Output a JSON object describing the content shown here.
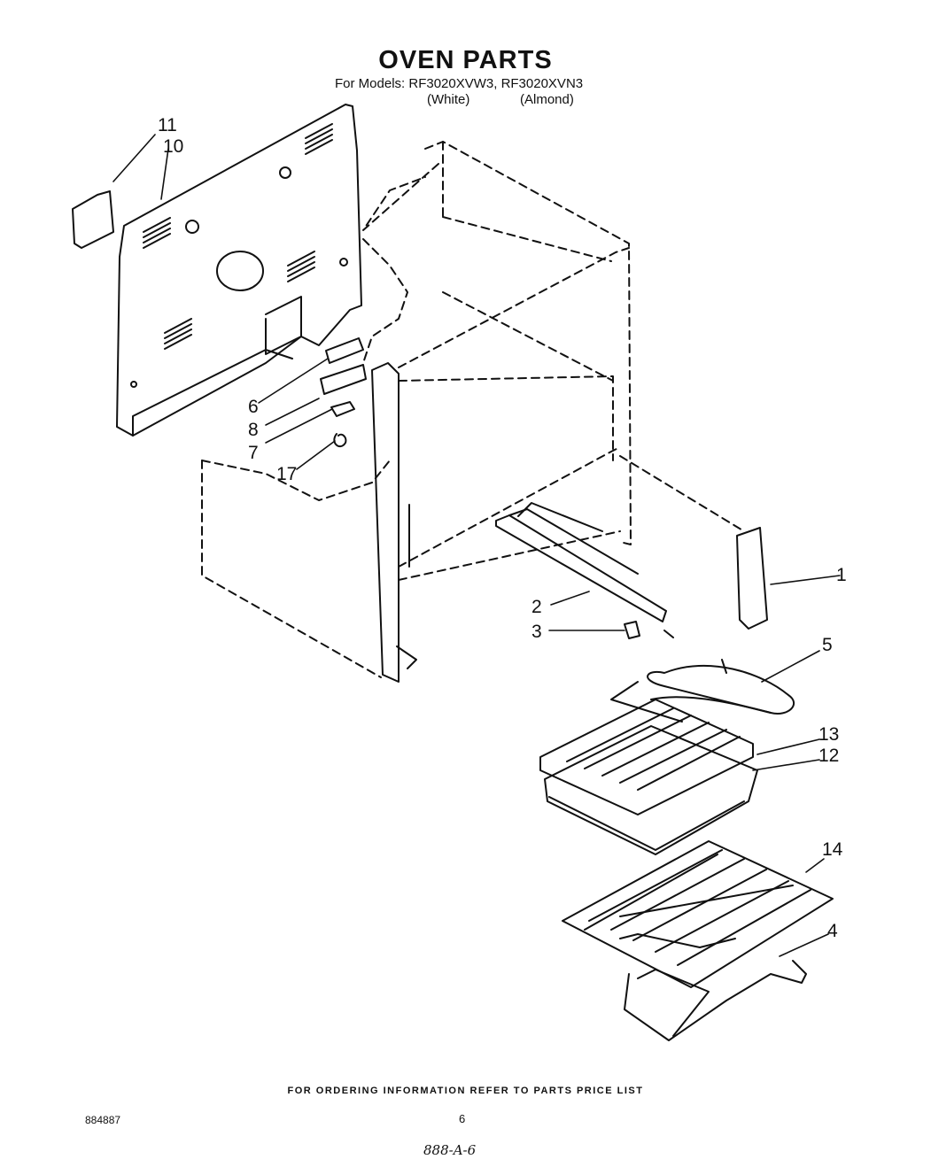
{
  "header": {
    "title": "OVEN PARTS",
    "models_line": "For Models: RF3020XVW3, RF3020XVN3",
    "variant_white": "(White)",
    "variant_almond": "(Almond)"
  },
  "callouts": {
    "c1": "1",
    "c2": "2",
    "c3": "3",
    "c4": "4",
    "c5": "5",
    "c6": "6",
    "c7": "7",
    "c8": "8",
    "c10": "10",
    "c11": "11",
    "c12": "12",
    "c13": "13",
    "c14": "14",
    "c17": "17"
  },
  "footer": {
    "ordering_note": "FOR ORDERING INFORMATION REFER TO PARTS PRICE LIST",
    "doc_number": "884887",
    "page_number": "6",
    "handwritten_code": "888-A-6"
  }
}
